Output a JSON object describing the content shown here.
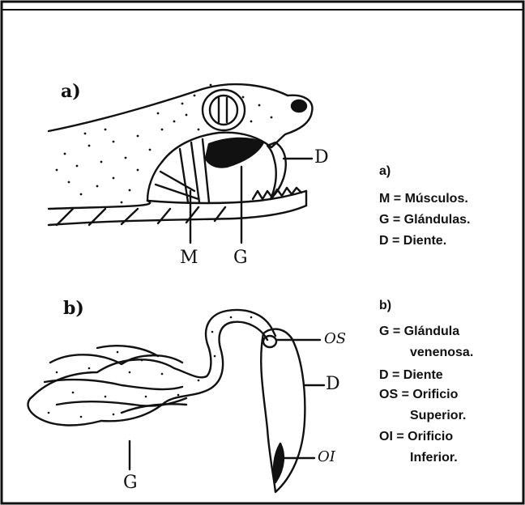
{
  "part_a": {
    "letter": "a)",
    "labels": {
      "muscles": "M",
      "glands": "G",
      "tooth": "D"
    },
    "legend": {
      "heading": "a)",
      "items": [
        "M = Músculos.",
        "G = Glándulas.",
        "D = Diente."
      ]
    }
  },
  "part_b": {
    "letter": "b)",
    "labels": {
      "gland": "G",
      "tooth": "D",
      "os": "OS",
      "oi": "OI"
    },
    "legend": {
      "heading": "b)",
      "items": [
        "G = Glándula",
        "venenosa.",
        "D = Diente",
        "OS = Orificio",
        "Superior.",
        "OI = Orificio",
        "Inferior."
      ]
    }
  }
}
